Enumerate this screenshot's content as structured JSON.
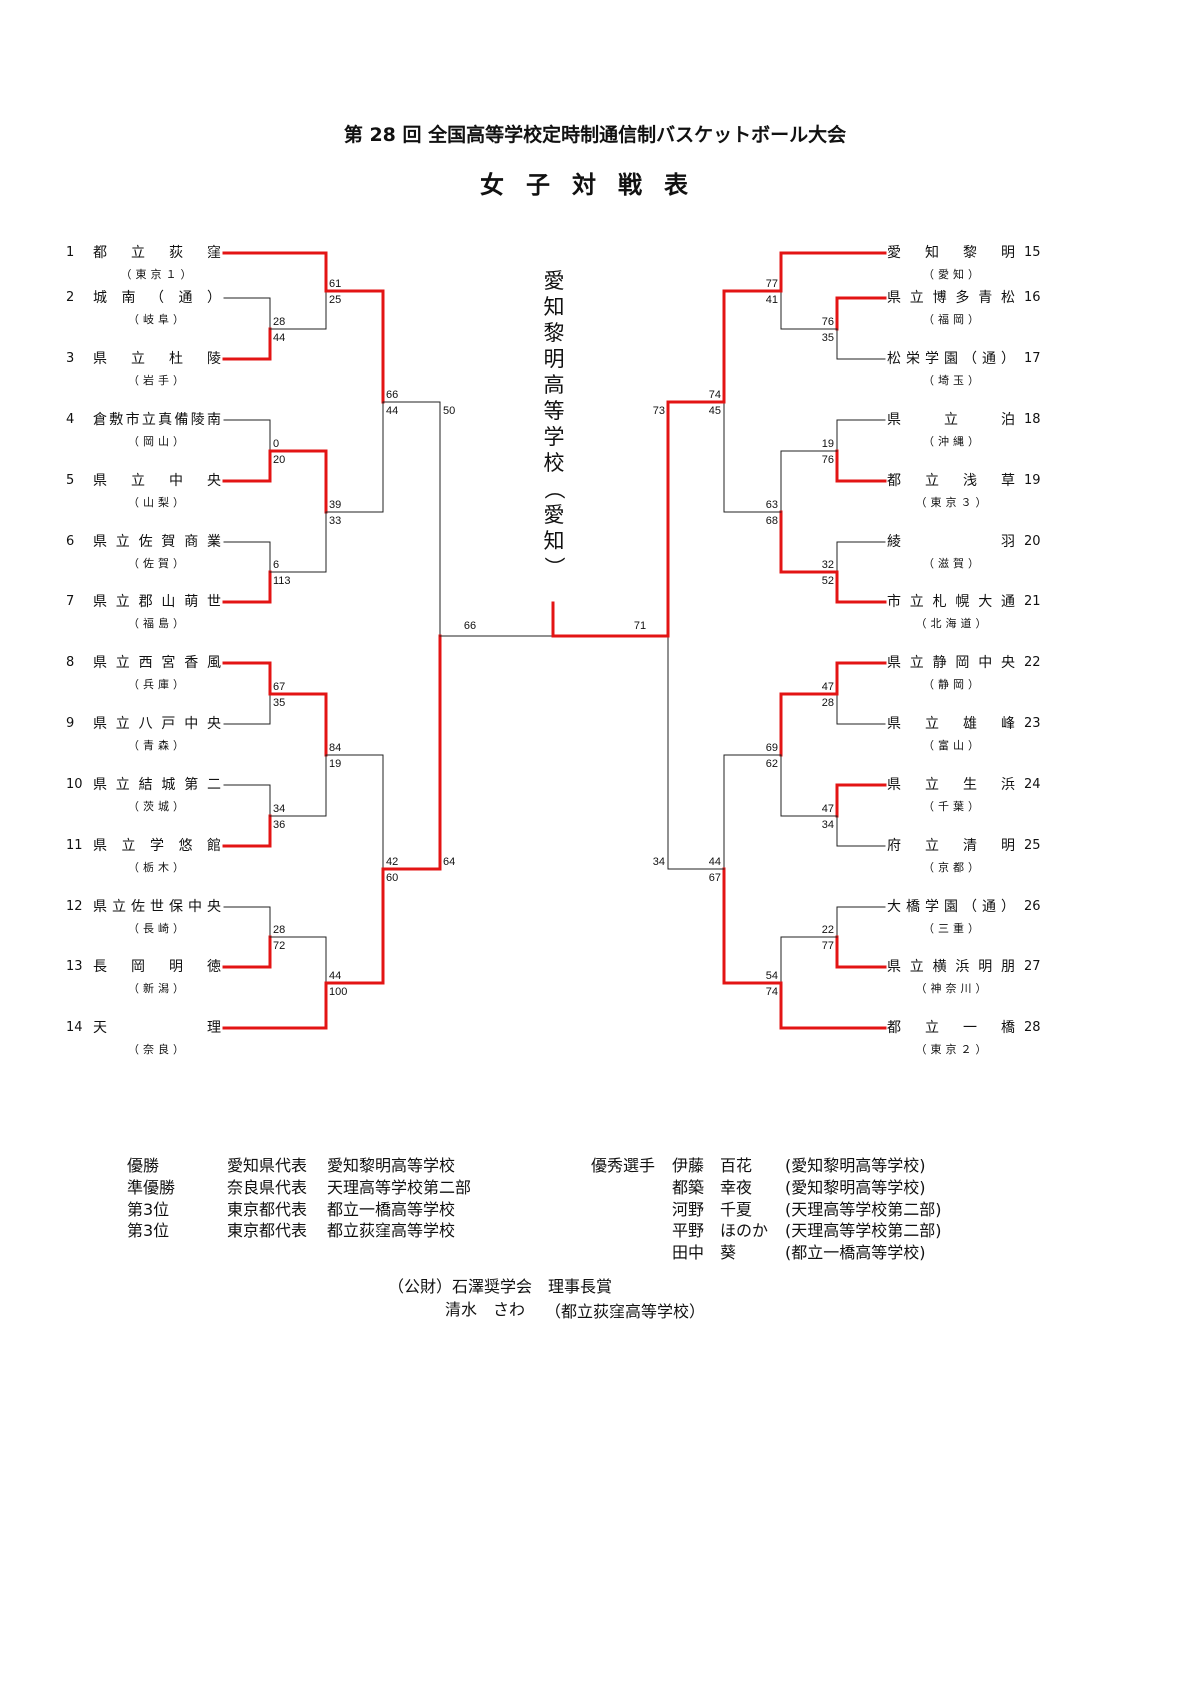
{
  "header": {
    "title": "第 28 回  全国高等学校定時制通信制バスケットボール大会",
    "subtitle": "女子対戦表"
  },
  "champion_vertical": "愛知黎明高等学校（愛知）",
  "colors": {
    "winner_line": "#e31414",
    "loser_line": "#222222"
  },
  "teams": [
    {
      "no": "1",
      "name": "都立荻窪",
      "region": "（東京１）"
    },
    {
      "no": "2",
      "name": "城南（通）",
      "region": "（岐阜）"
    },
    {
      "no": "3",
      "name": "県立杜陵",
      "region": "（岩手）"
    },
    {
      "no": "4",
      "name": "倉敷市立真備陵南",
      "region": "（岡山）"
    },
    {
      "no": "5",
      "name": "県立中央",
      "region": "（山梨）"
    },
    {
      "no": "6",
      "name": "県立佐賀商業",
      "region": "（佐賀）"
    },
    {
      "no": "7",
      "name": "県立郡山萌世",
      "region": "（福島）"
    },
    {
      "no": "8",
      "name": "県立西宮香風",
      "region": "（兵庫）"
    },
    {
      "no": "9",
      "name": "県立八戸中央",
      "region": "（青森）"
    },
    {
      "no": "10",
      "name": "県立結城第二",
      "region": "（茨城）"
    },
    {
      "no": "11",
      "name": "県立学悠館",
      "region": "（栃木）"
    },
    {
      "no": "12",
      "name": "県立佐世保中央",
      "region": "（長崎）"
    },
    {
      "no": "13",
      "name": "長岡明徳",
      "region": "（新潟）"
    },
    {
      "no": "14",
      "name": "天理",
      "region": "（奈良）"
    },
    {
      "no": "15",
      "name": "愛知黎明",
      "region": "（愛知）"
    },
    {
      "no": "16",
      "name": "県立博多青松",
      "region": "（福岡）"
    },
    {
      "no": "17",
      "name": "松栄学園（通）",
      "region": "（埼玉）"
    },
    {
      "no": "18",
      "name": "県立泊",
      "region": "（沖縄）"
    },
    {
      "no": "19",
      "name": "都立浅草",
      "region": "（東京３）"
    },
    {
      "no": "20",
      "name": "綾羽",
      "region": "（滋賀）"
    },
    {
      "no": "21",
      "name": "市立札幌大通",
      "region": "（北海道）"
    },
    {
      "no": "22",
      "name": "県立静岡中央",
      "region": "（静岡）"
    },
    {
      "no": "23",
      "name": "県立雄峰",
      "region": "（富山）"
    },
    {
      "no": "24",
      "name": "県立生浜",
      "region": "（千葉）"
    },
    {
      "no": "25",
      "name": "府立清明",
      "region": "（京都）"
    },
    {
      "no": "26",
      "name": "大橋学園（通）",
      "region": "（三重）"
    },
    {
      "no": "27",
      "name": "県立横浜明朋",
      "region": "（神奈川）"
    },
    {
      "no": "28",
      "name": "都立一橋",
      "region": "（東京２）"
    }
  ],
  "bracket": {
    "left": {
      "s": [
        50,
        64
      ],
      "w": 1,
      "a": {
        "s": [
          66,
          44
        ],
        "w": 0,
        "a": {
          "s": [
            61,
            25
          ],
          "w": 0,
          "a": {
            "t": 0
          },
          "b": {
            "s": [
              28,
              44
            ],
            "w": 1,
            "a": {
              "t": 1
            },
            "b": {
              "t": 2
            }
          }
        },
        "b": {
          "s": [
            39,
            33
          ],
          "w": 0,
          "a": {
            "s": [
              0,
              20
            ],
            "w": 1,
            "a": {
              "t": 3
            },
            "b": {
              "t": 4
            }
          },
          "b": {
            "s": [
              6,
              113
            ],
            "w": 1,
            "a": {
              "t": 5
            },
            "b": {
              "t": 6
            }
          }
        }
      },
      "b": {
        "s": [
          42,
          60
        ],
        "w": 1,
        "a": {
          "s": [
            84,
            19
          ],
          "w": 0,
          "a": {
            "s": [
              67,
              35
            ],
            "w": 0,
            "a": {
              "t": 7
            },
            "b": {
              "t": 8
            }
          },
          "b": {
            "s": [
              34,
              36
            ],
            "w": 1,
            "a": {
              "t": 9
            },
            "b": {
              "t": 10
            }
          }
        },
        "b": {
          "s": [
            44,
            100
          ],
          "w": 1,
          "a": {
            "s": [
              28,
              72
            ],
            "w": 1,
            "a": {
              "t": 11
            },
            "b": {
              "t": 12
            }
          },
          "b": {
            "t": 13
          }
        }
      }
    },
    "right": {
      "s": [
        73,
        34
      ],
      "w": 0,
      "a": {
        "s": [
          74,
          45
        ],
        "w": 0,
        "a": {
          "s": [
            77,
            41
          ],
          "w": 0,
          "a": {
            "t": 14
          },
          "b": {
            "s": [
              76,
              35
            ],
            "w": 0,
            "a": {
              "t": 15
            },
            "b": {
              "t": 16
            }
          }
        },
        "b": {
          "s": [
            63,
            68
          ],
          "w": 1,
          "a": {
            "s": [
              19,
              76
            ],
            "w": 1,
            "a": {
              "t": 17
            },
            "b": {
              "t": 18
            }
          },
          "b": {
            "s": [
              32,
              52
            ],
            "w": 1,
            "a": {
              "t": 19
            },
            "b": {
              "t": 20
            }
          }
        }
      },
      "b": {
        "s": [
          44,
          67
        ],
        "w": 1,
        "a": {
          "s": [
            69,
            62
          ],
          "w": 0,
          "a": {
            "s": [
              47,
              28
            ],
            "w": 0,
            "a": {
              "t": 21
            },
            "b": {
              "t": 22
            }
          },
          "b": {
            "s": [
              47,
              34
            ],
            "w": 0,
            "a": {
              "t": 23
            },
            "b": {
              "t": 24
            }
          }
        },
        "b": {
          "s": [
            54,
            74
          ],
          "w": 1,
          "a": {
            "s": [
              22,
              77
            ],
            "w": 1,
            "a": {
              "t": 25
            },
            "b": {
              "t": 26
            }
          },
          "b": {
            "t": 27
          }
        }
      }
    },
    "final": {
      "s": [
        66,
        71
      ],
      "w": 1
    }
  },
  "results": {
    "placings": [
      {
        "rank": "優勝",
        "rep": "愛知県代表",
        "school": "愛知黎明高等学校"
      },
      {
        "rank": "準優勝",
        "rep": "奈良県代表",
        "school": "天理高等学校第二部"
      },
      {
        "rank": "第3位",
        "rep": "東京都代表",
        "school": "都立一橋高等学校"
      },
      {
        "rank": "第3位",
        "rep": "東京都代表",
        "school": "都立荻窪高等学校"
      }
    ],
    "mvp_label": "優秀選手",
    "players": [
      {
        "name": "伊藤　百花",
        "school": "(愛知黎明高等学校)"
      },
      {
        "name": "都築　幸夜",
        "school": "(愛知黎明高等学校)"
      },
      {
        "name": "河野　千夏",
        "school": "(天理高等学校第二部)"
      },
      {
        "name": "平野　ほのか",
        "school": "(天理高等学校第二部)"
      },
      {
        "name": "田中　葵",
        "school": "(都立一橋高等学校)"
      }
    ],
    "award_title": "（公財）石澤奨学会　理事長賞",
    "award_name": "清水　さわ",
    "award_school": "（都立荻窪高等学校）"
  }
}
